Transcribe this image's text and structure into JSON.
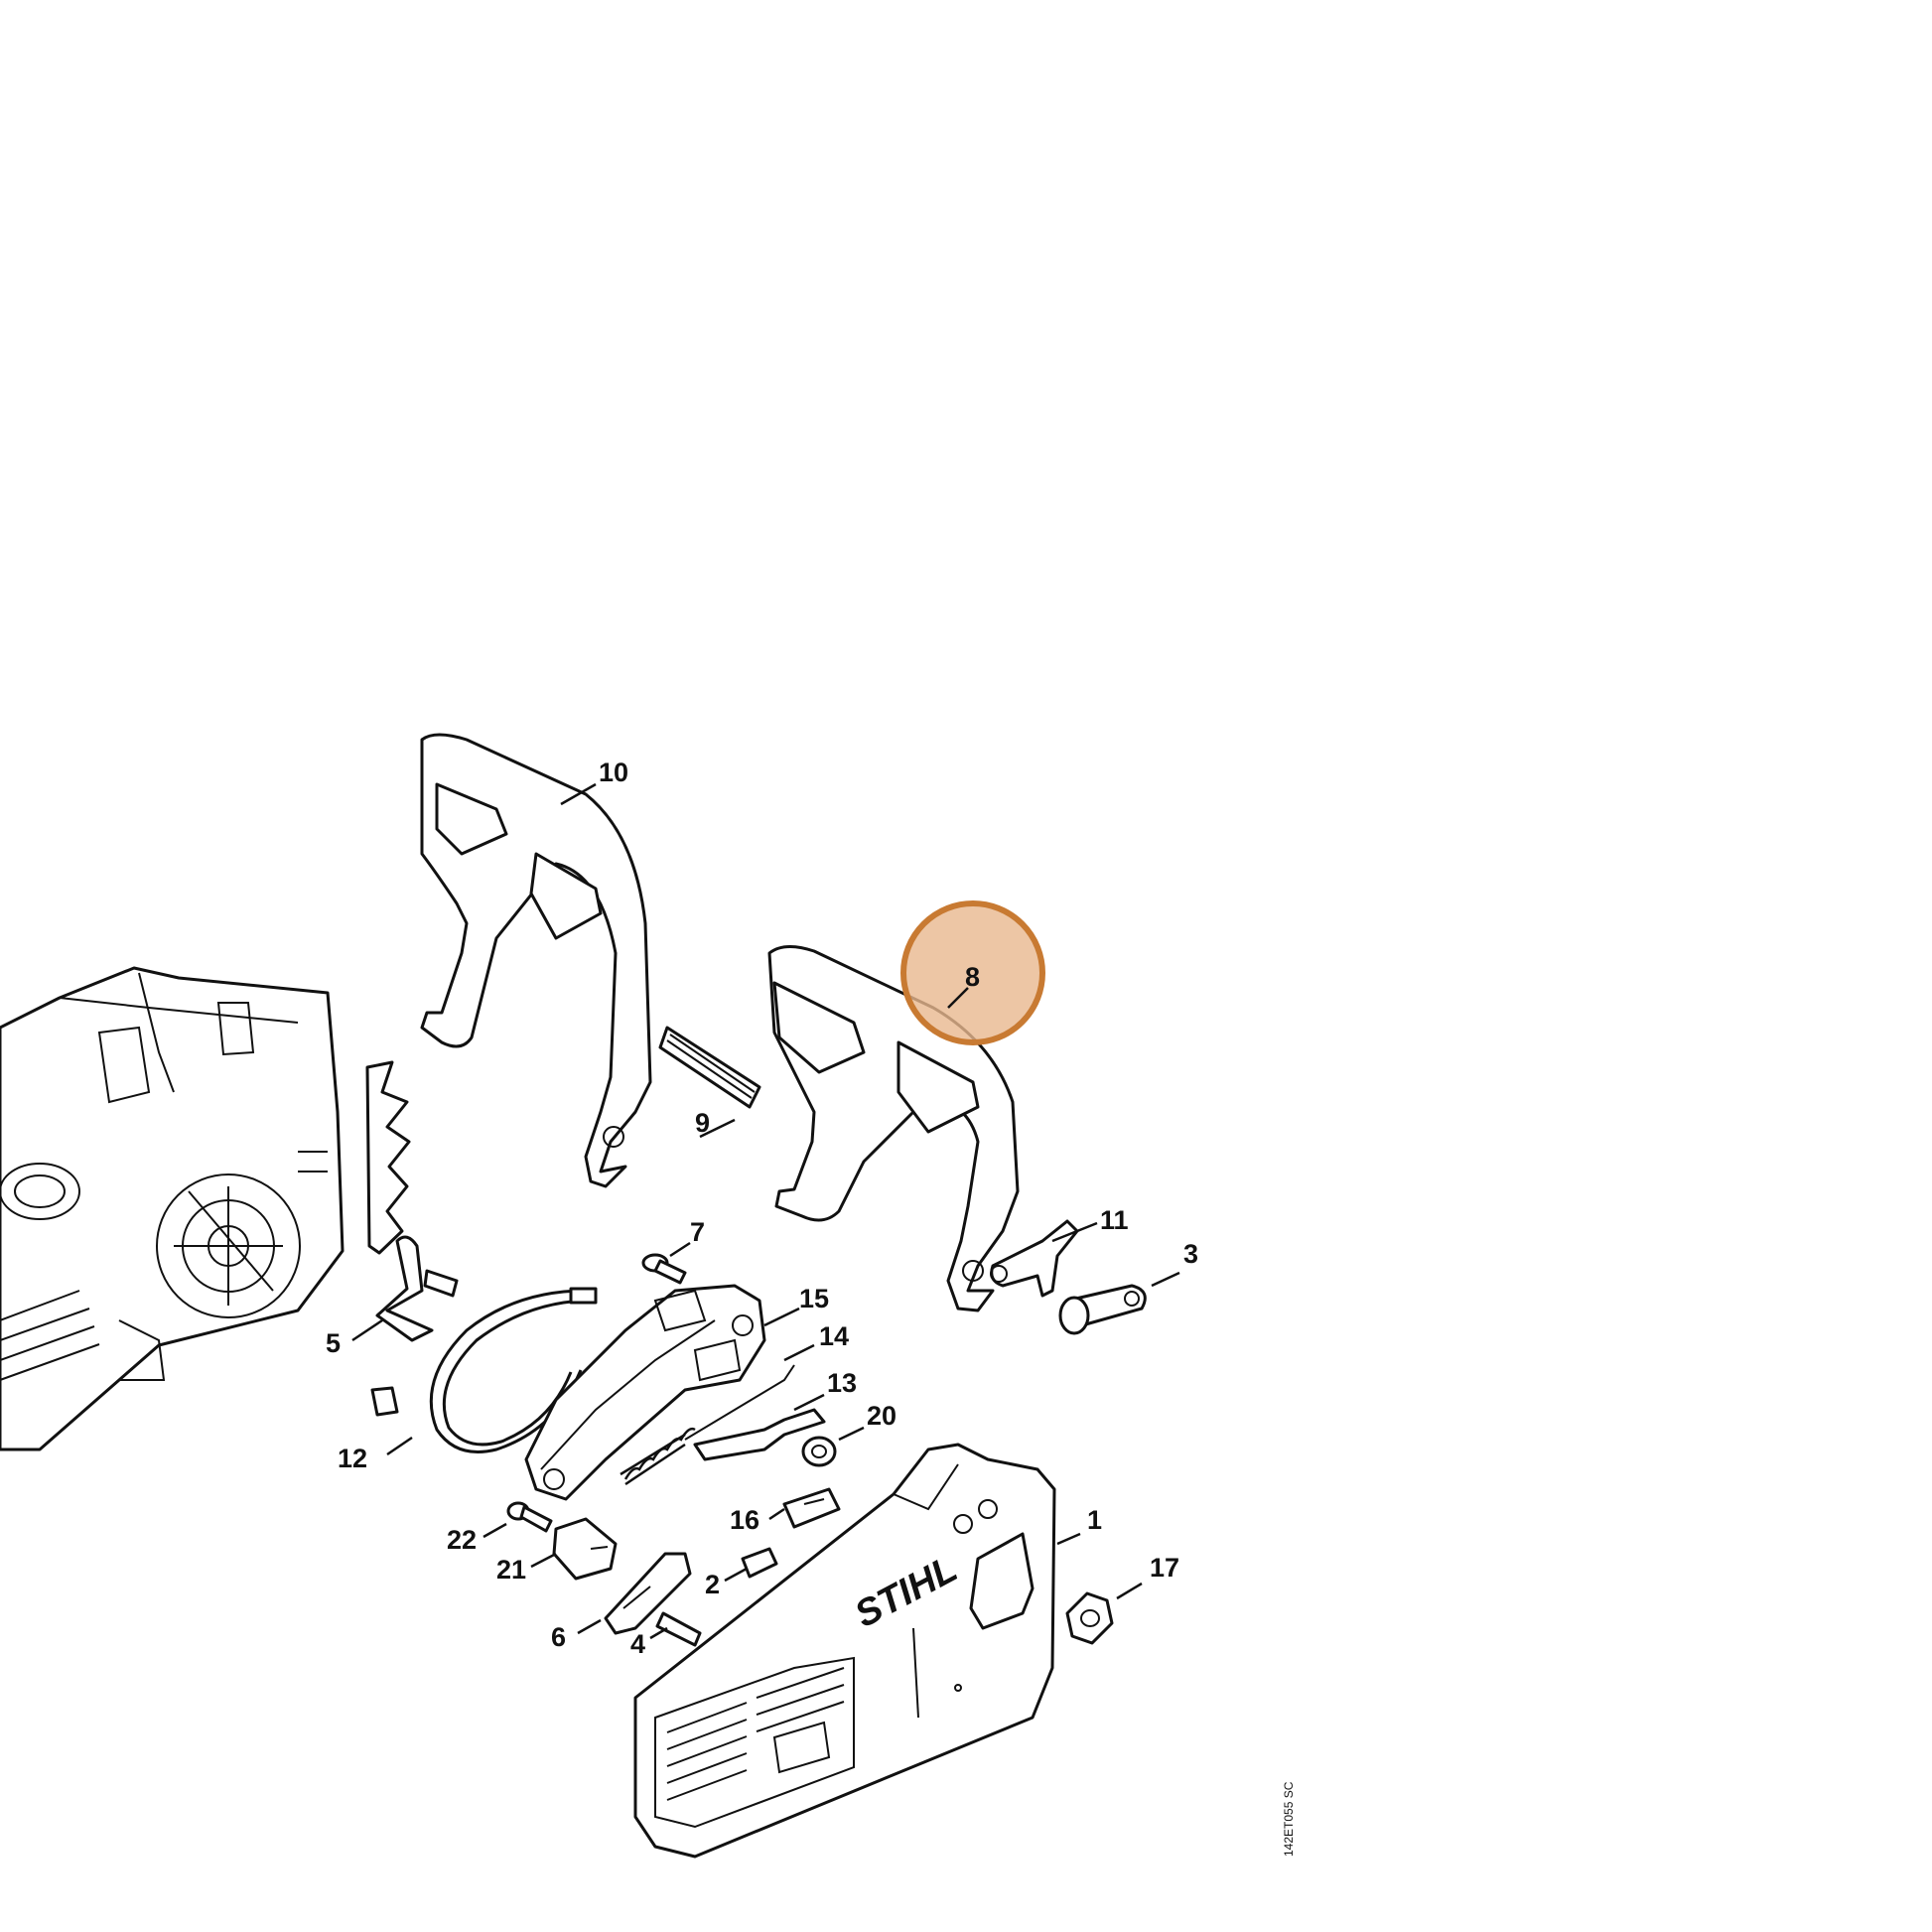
{
  "diagram": {
    "highlight": {
      "part_number": "8",
      "fill_color": "#e8b88f",
      "stroke_color": "#c87a32"
    },
    "brand_text": "STIHL",
    "drawing_code": "142ET055 SC",
    "labels": {
      "p1": "1",
      "p2": "2",
      "p3": "3",
      "p4": "4",
      "p5": "5",
      "p6": "6",
      "p7": "7",
      "p8": "8",
      "p9": "9",
      "p10": "10",
      "p11": "11",
      "p12": "12",
      "p13": "13",
      "p14": "14",
      "p15": "15",
      "p16": "16",
      "p17": "17",
      "p20": "20",
      "p21": "21",
      "p22": "22"
    }
  }
}
